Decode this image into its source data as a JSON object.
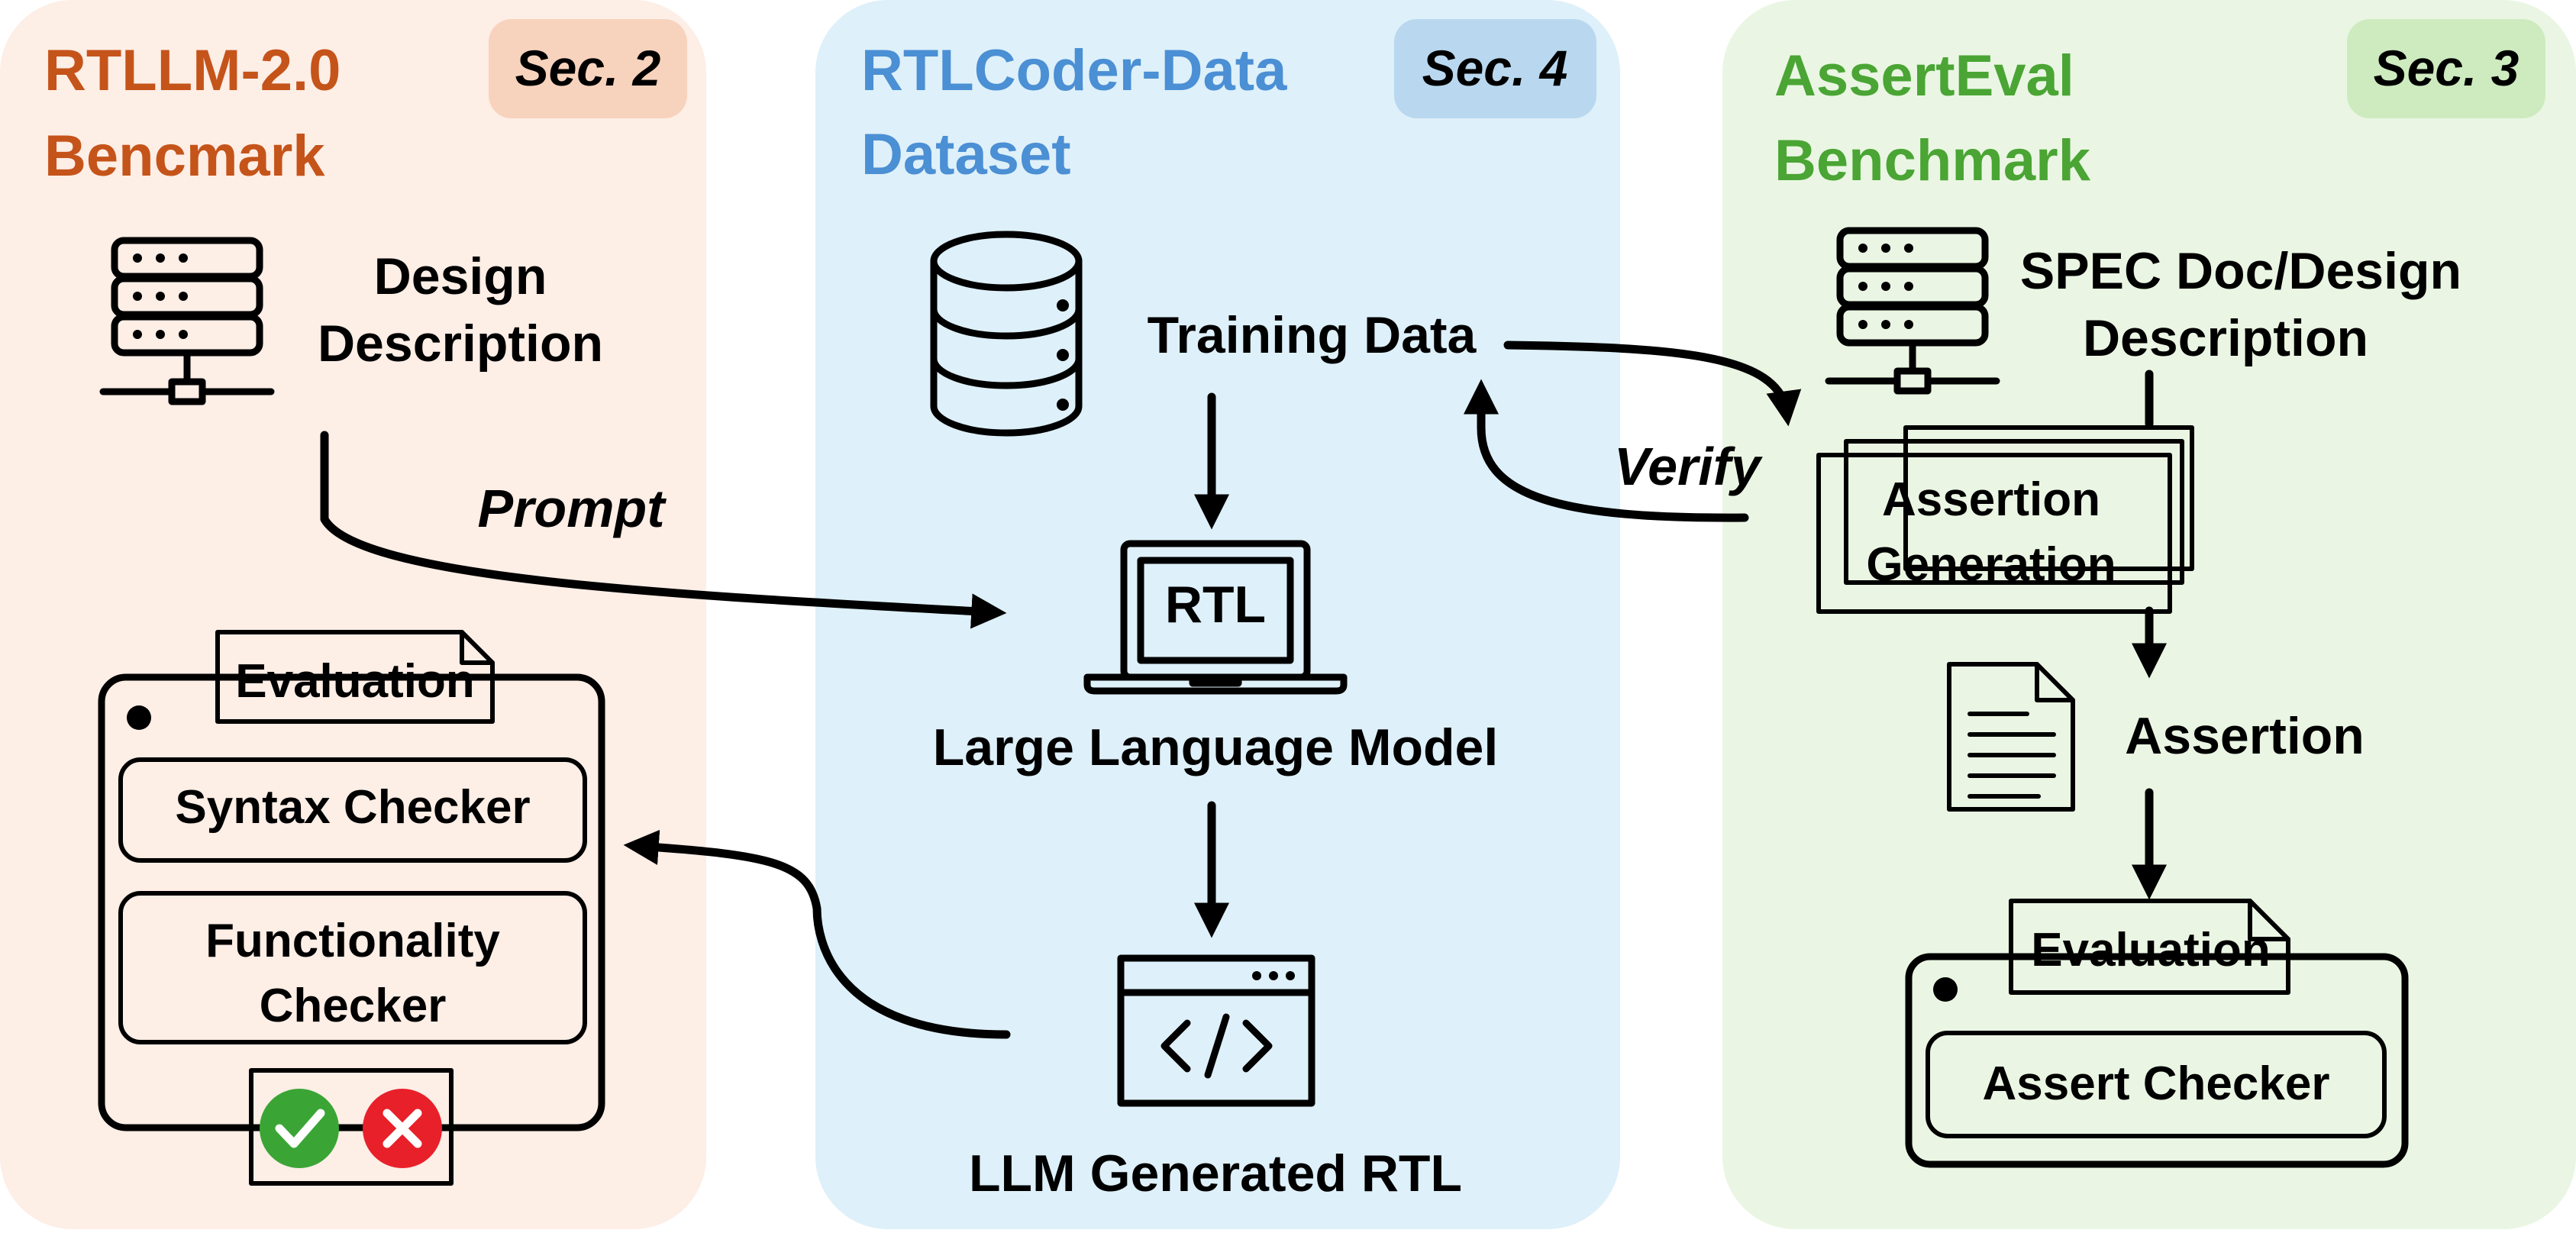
{
  "colors": {
    "left_panel": "#fdeee6",
    "left_title": "#c5541a",
    "left_sec_bg": "#f7d3bd",
    "mid_panel": "#def0f9",
    "mid_title": "#4b8fd4",
    "mid_sec_bg": "#b9d8ef",
    "right_panel": "#eaf6e3",
    "right_title": "#4aa534",
    "right_sec_bg": "#cdebbf",
    "pass_green": "#3aa535",
    "fail_red": "#e8202a"
  },
  "left_panel": {
    "title_line1": "RTLLM-2.0",
    "title_line2": "Bencmark",
    "section": "Sec. 2",
    "design_line1": "Design",
    "design_line2": "Description",
    "prompt_label": "Prompt",
    "evaluation_tab": "Evaluation",
    "syntax_checker": "Syntax Checker",
    "functionality_line1": "Functionality",
    "functionality_line2": "Checker",
    "pass_icon": "check-circle-icon",
    "fail_icon": "x-circle-icon"
  },
  "middle_panel": {
    "title_line1": "RTLCoder-Data",
    "title_line2": "Dataset",
    "section": "Sec. 4",
    "training_data": "Training Data",
    "rtl_label": "RTL",
    "llm_label": "Large Language Model",
    "generated_label": "LLM Generated RTL",
    "code_symbol": "</>"
  },
  "right_panel": {
    "title_line1": "AssertEval",
    "title_line2": "Benchmark",
    "section": "Sec. 3",
    "spec_line1": "SPEC Doc/Design",
    "spec_line2": "Description",
    "verify_label": "Verify",
    "assertion_gen_line1": "Assertion",
    "assertion_gen_line2": "Generation",
    "assertion_label": "Assertion",
    "evaluation_tab": "Evaluation",
    "assert_checker": "Assert Checker"
  }
}
